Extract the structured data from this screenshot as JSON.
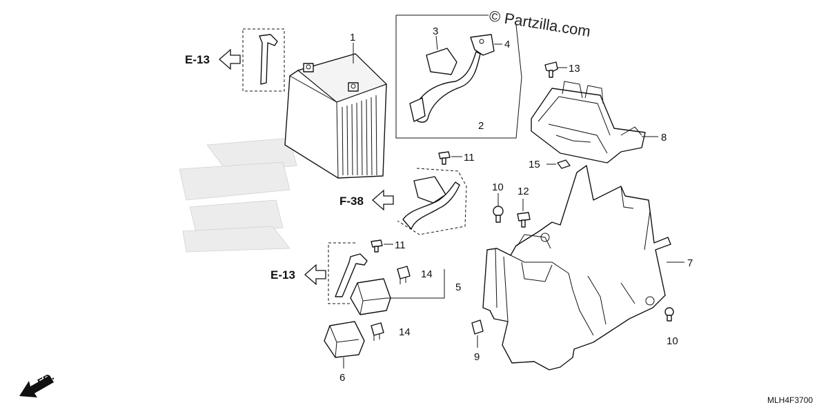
{
  "watermark": "© Partzilla.com",
  "diagram_code": "MLH4F3700",
  "front_indicator": "FR.",
  "references": {
    "e13_top": "E-13",
    "f38": "F-38",
    "e13_bottom": "E-13"
  },
  "callouts": {
    "p1": "1",
    "p2": "2",
    "p3": "3",
    "p4": "4",
    "p5": "5",
    "p6": "6",
    "p7": "7",
    "p8": "8",
    "p9": "9",
    "p10a": "10",
    "p10b": "10",
    "p11a": "11",
    "p11b": "11",
    "p12": "12",
    "p13": "13",
    "p14a": "14",
    "p14b": "14",
    "p15": "15"
  }
}
